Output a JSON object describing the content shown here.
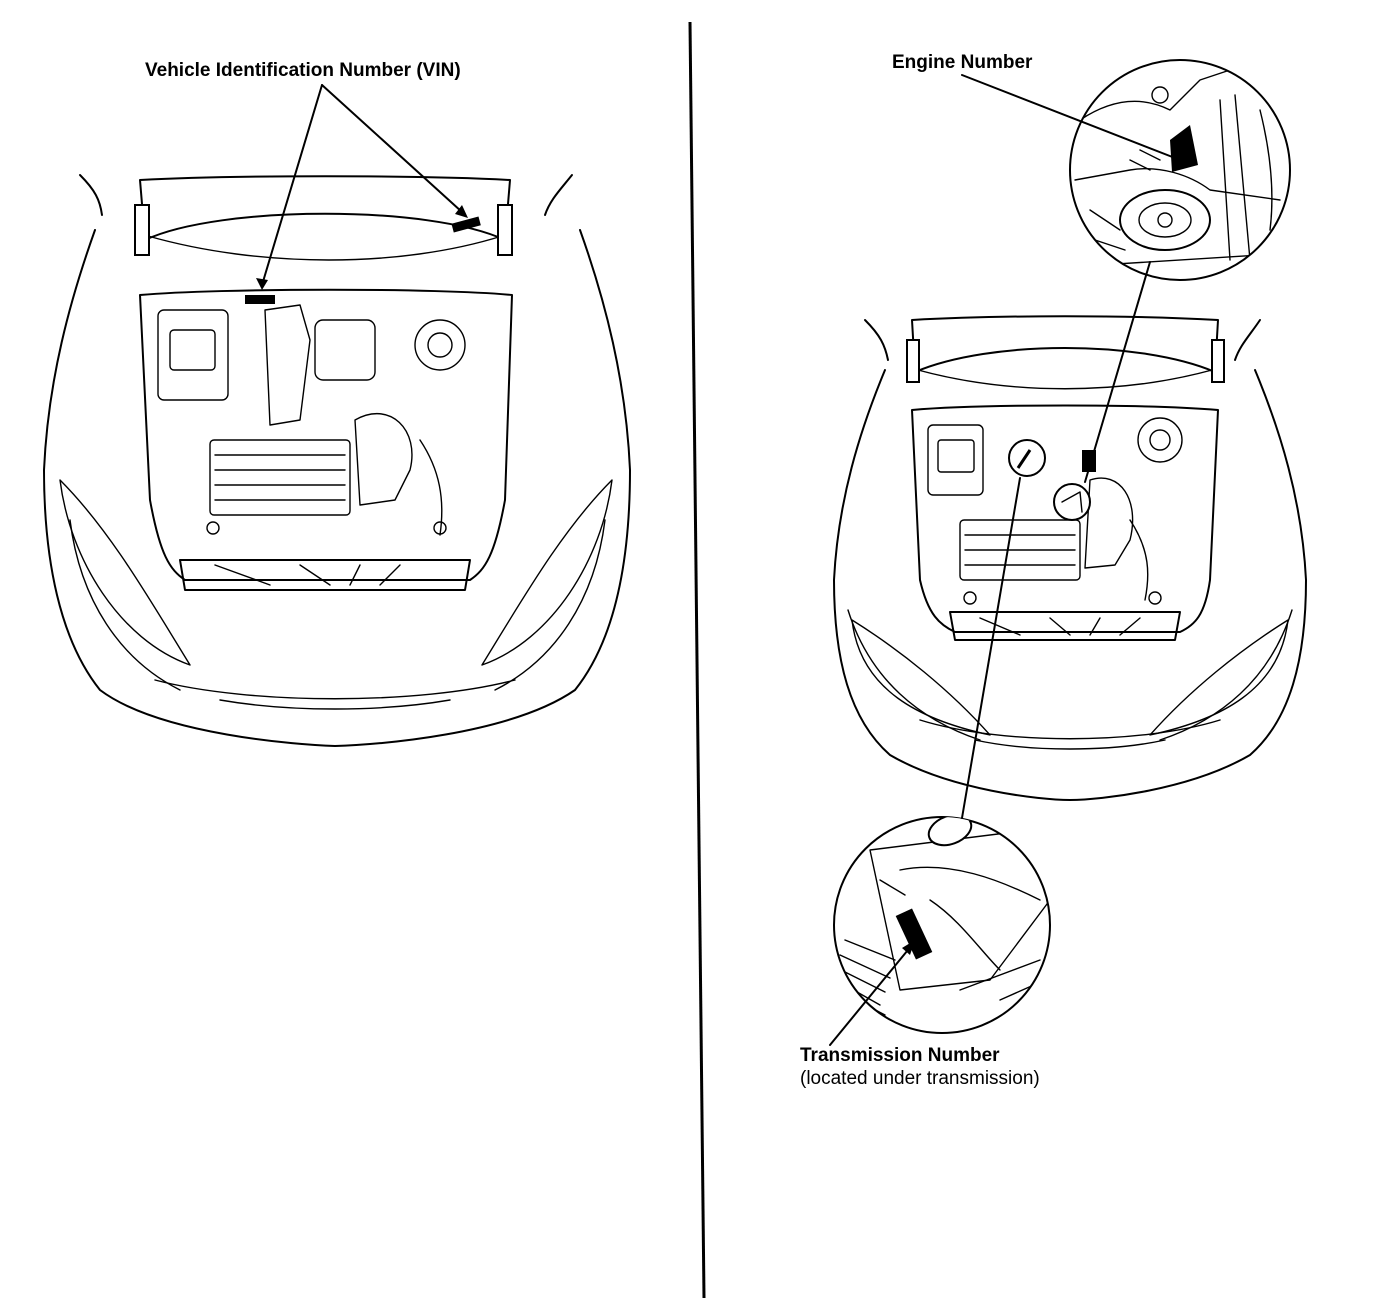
{
  "labels": {
    "vin": "Vehicle Identification Number (VIN)",
    "engine": "Engine Number",
    "transmission": "Transmission Number",
    "transmission_note": "(located under transmission)"
  }
}
